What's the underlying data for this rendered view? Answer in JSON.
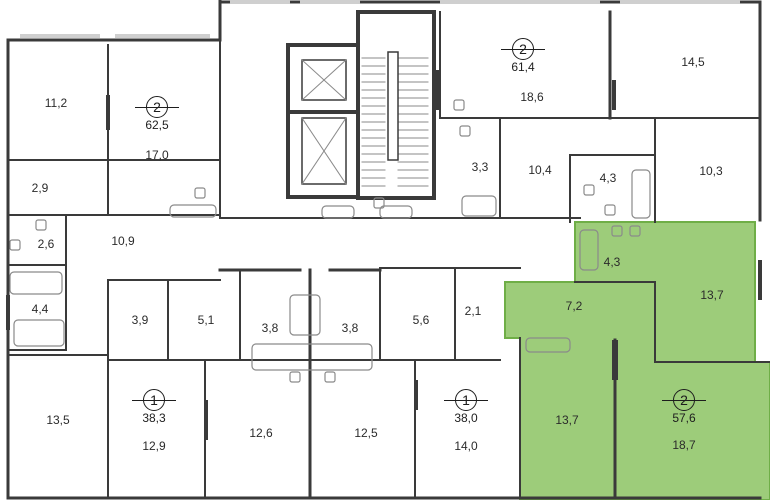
{
  "colors": {
    "wall": "#3a3a3a",
    "wall_thin": "#8a8a8a",
    "highlight_fill": "#9dcc7a",
    "highlight_stroke": "#6fae47",
    "window": "#cfcfcf"
  },
  "apartments": [
    {
      "id": "apt-top-left",
      "rooms": "2",
      "area": "62,5"
    },
    {
      "id": "apt-top-right",
      "rooms": "2",
      "area": "61,4"
    },
    {
      "id": "apt-bottom-left",
      "rooms": "1",
      "area": "38,3"
    },
    {
      "id": "apt-bottom-mid",
      "rooms": "1",
      "area": "38,0"
    },
    {
      "id": "apt-highlighted",
      "rooms": "2",
      "area": "57,6"
    }
  ],
  "rooms": [
    "11,2",
    "17,0",
    "2,9",
    "2,6",
    "10,9",
    "4,4",
    "13,5",
    "3,9",
    "5,1",
    "3,8",
    "3,8",
    "5,6",
    "2,1",
    "12,9",
    "12,6",
    "12,5",
    "14,0",
    "18,6",
    "14,5",
    "3,3",
    "10,4",
    "4,3",
    "10,3",
    "4,3",
    "7,2",
    "13,7",
    "13,7",
    "18,7"
  ]
}
